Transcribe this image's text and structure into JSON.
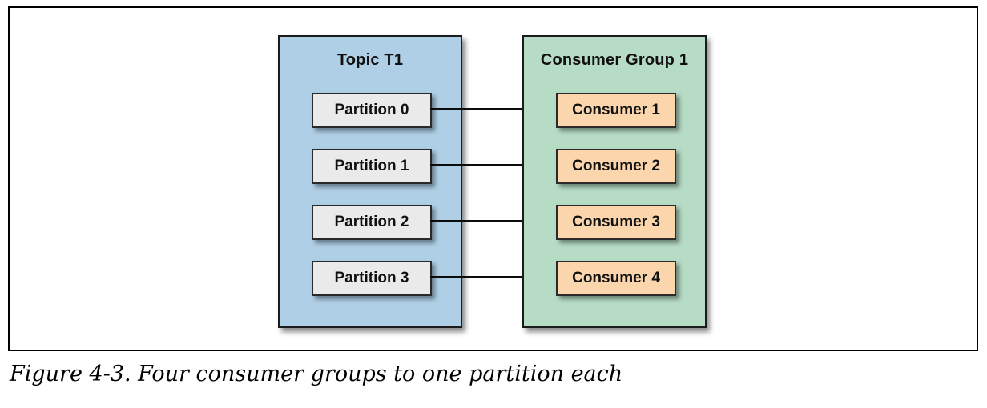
{
  "figure": {
    "caption": "Figure 4-3. Four consumer groups to one partition each"
  },
  "diagram": {
    "topic": {
      "title": "Topic T1",
      "partitions": [
        "Partition 0",
        "Partition 1",
        "Partition 2",
        "Partition 3"
      ]
    },
    "consumer_group": {
      "title": "Consumer Group 1",
      "consumers": [
        "Consumer 1",
        "Consumer 2",
        "Consumer 3",
        "Consumer 4"
      ]
    },
    "connections": [
      {
        "from": "Partition 0",
        "to": "Consumer 1"
      },
      {
        "from": "Partition 1",
        "to": "Consumer 2"
      },
      {
        "from": "Partition 2",
        "to": "Consumer 3"
      },
      {
        "from": "Partition 3",
        "to": "Consumer 4"
      }
    ],
    "colors": {
      "topic_bg": "#aecfe5",
      "group_bg": "#b6dcc6",
      "partition_bg": "#eaeaea",
      "consumer_bg": "#fbd5ac",
      "arrow_color": "#0d0d0d"
    }
  }
}
